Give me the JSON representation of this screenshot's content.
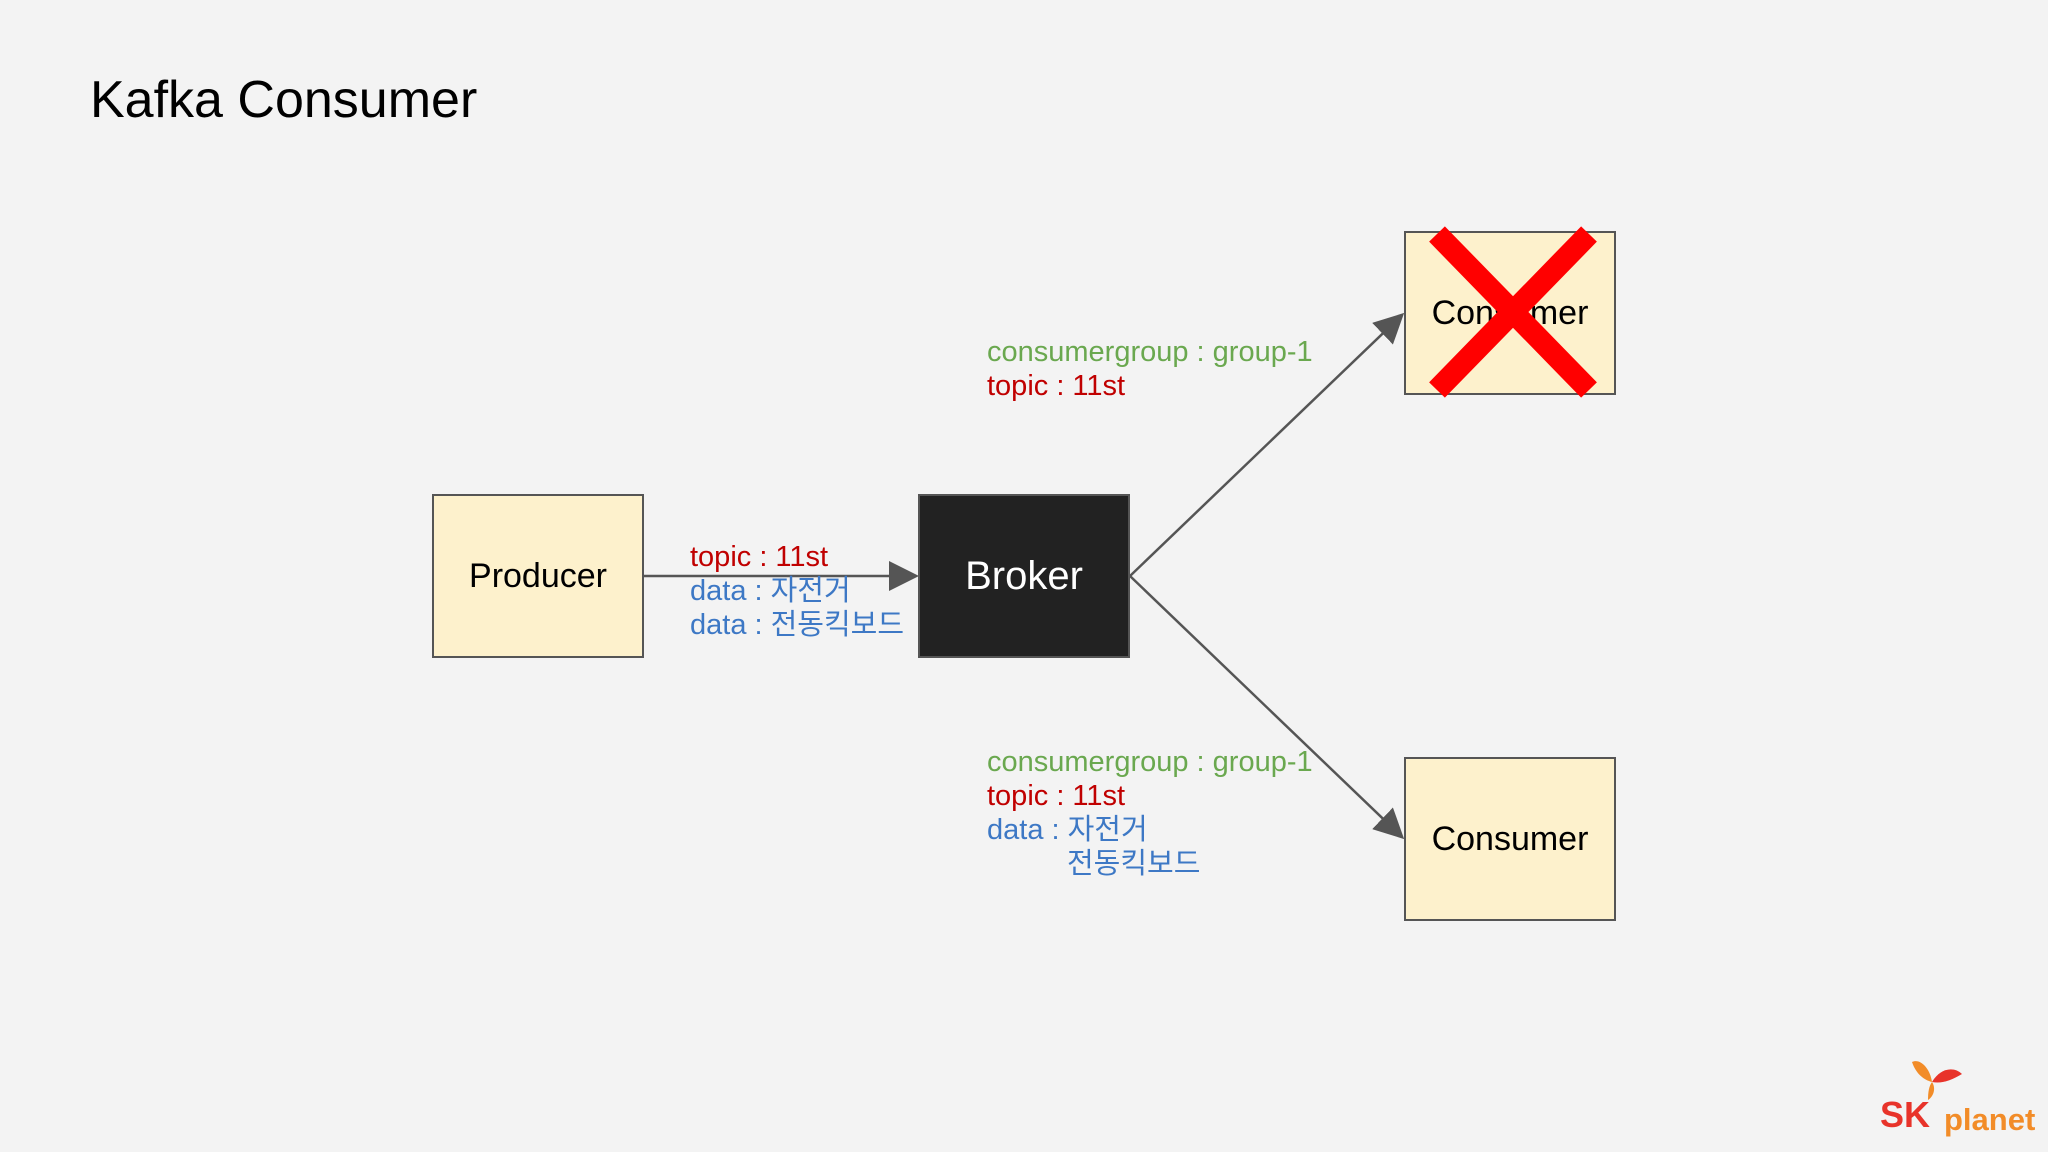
{
  "title": "Kafka Consumer",
  "nodes": {
    "producer": "Producer",
    "broker": "Broker",
    "consumer_top": "Consumer",
    "consumer_bottom": "Consumer"
  },
  "edge_producer_broker": {
    "topic": "topic : 11st",
    "data1": "data : 자전거",
    "data2": "data : 전동킥보드"
  },
  "edge_broker_consumer_top": {
    "group": "consumergroup : group-1",
    "topic": "topic : 11st"
  },
  "edge_broker_consumer_bottom": {
    "group": "consumergroup : group-1",
    "topic": "topic : 11st",
    "data1": "data : 자전거",
    "data2": "전동킥보드"
  },
  "logo": {
    "brand": "SK",
    "name": "planet"
  },
  "colors": {
    "background": "#f3f3f3",
    "node_fill": "#fdf1cc",
    "broker_fill": "#222222",
    "group_text": "#6aa84f",
    "topic_text": "#c00000",
    "data_text": "#3d78c5",
    "cross": "#ff0000"
  }
}
